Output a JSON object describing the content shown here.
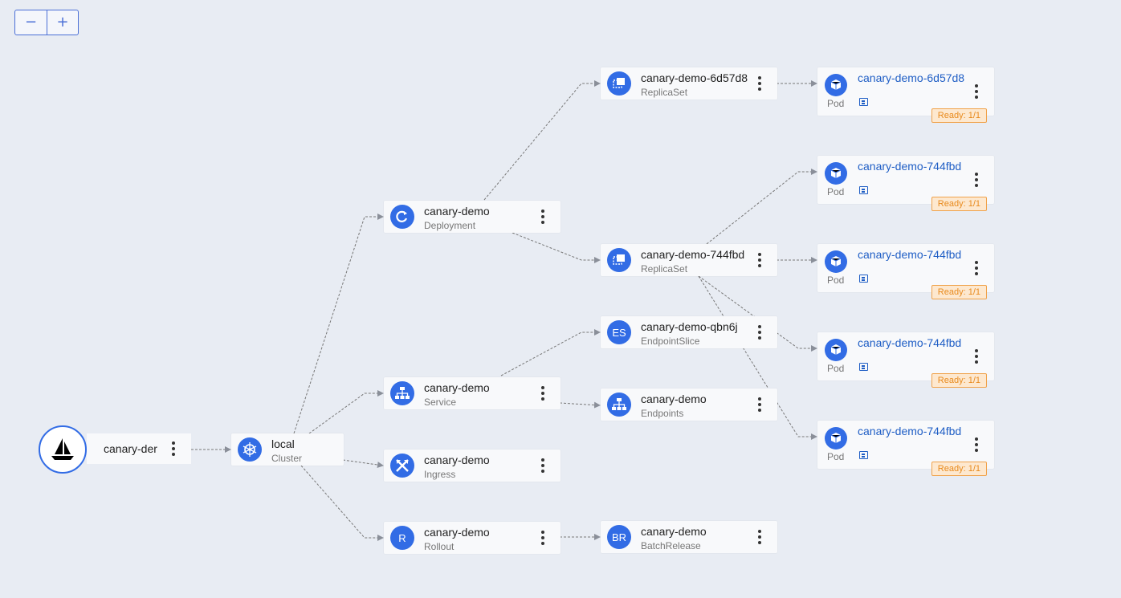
{
  "zoom": {
    "minus": "−",
    "plus": "+"
  },
  "app": {
    "title": "canary-der",
    "icon": "sailboat-icon"
  },
  "cluster": {
    "title": "local",
    "kind": "Cluster",
    "icon": "helm-wheel-icon"
  },
  "resources": {
    "deployment": {
      "title": "canary-demo",
      "kind": "Deployment",
      "icon": "deploy-icon"
    },
    "service": {
      "title": "canary-demo",
      "kind": "Service",
      "icon": "svc-icon"
    },
    "ingress": {
      "title": "canary-demo",
      "kind": "Ingress",
      "icon": "ing-icon"
    },
    "rollout": {
      "title": "canary-demo",
      "kind": "Rollout",
      "icon_text": "R"
    },
    "rs1": {
      "title": "canary-demo-6d57d8",
      "kind": "ReplicaSet",
      "icon": "rs-icon"
    },
    "rs2": {
      "title": "canary-demo-744fbd",
      "kind": "ReplicaSet",
      "icon": "rs-icon"
    },
    "endpointslice": {
      "title": "canary-demo-qbn6j",
      "kind": "EndpointSlice",
      "icon_text": "ES"
    },
    "endpoints": {
      "title": "canary-demo",
      "kind": "Endpoints",
      "icon": "ep-icon"
    },
    "batchrelease": {
      "title": "canary-demo",
      "kind": "BatchRelease",
      "icon_text": "BR"
    }
  },
  "pods": [
    {
      "title": "canary-demo-6d57d8",
      "kind": "Pod",
      "ready": "Ready: 1/1"
    },
    {
      "title": "canary-demo-744fbd",
      "kind": "Pod",
      "ready": "Ready: 1/1"
    },
    {
      "title": "canary-demo-744fbd",
      "kind": "Pod",
      "ready": "Ready: 1/1"
    },
    {
      "title": "canary-demo-744fbd",
      "kind": "Pod",
      "ready": "Ready: 1/1"
    },
    {
      "title": "canary-demo-744fbd",
      "kind": "Pod",
      "ready": "Ready: 1/1"
    }
  ],
  "colors": {
    "k8s_blue": "#326ce5",
    "background": "#e8ecf3",
    "link": "#1f5ec5",
    "ready_text": "#e88a1d",
    "ready_bg": "#fde8cf"
  }
}
